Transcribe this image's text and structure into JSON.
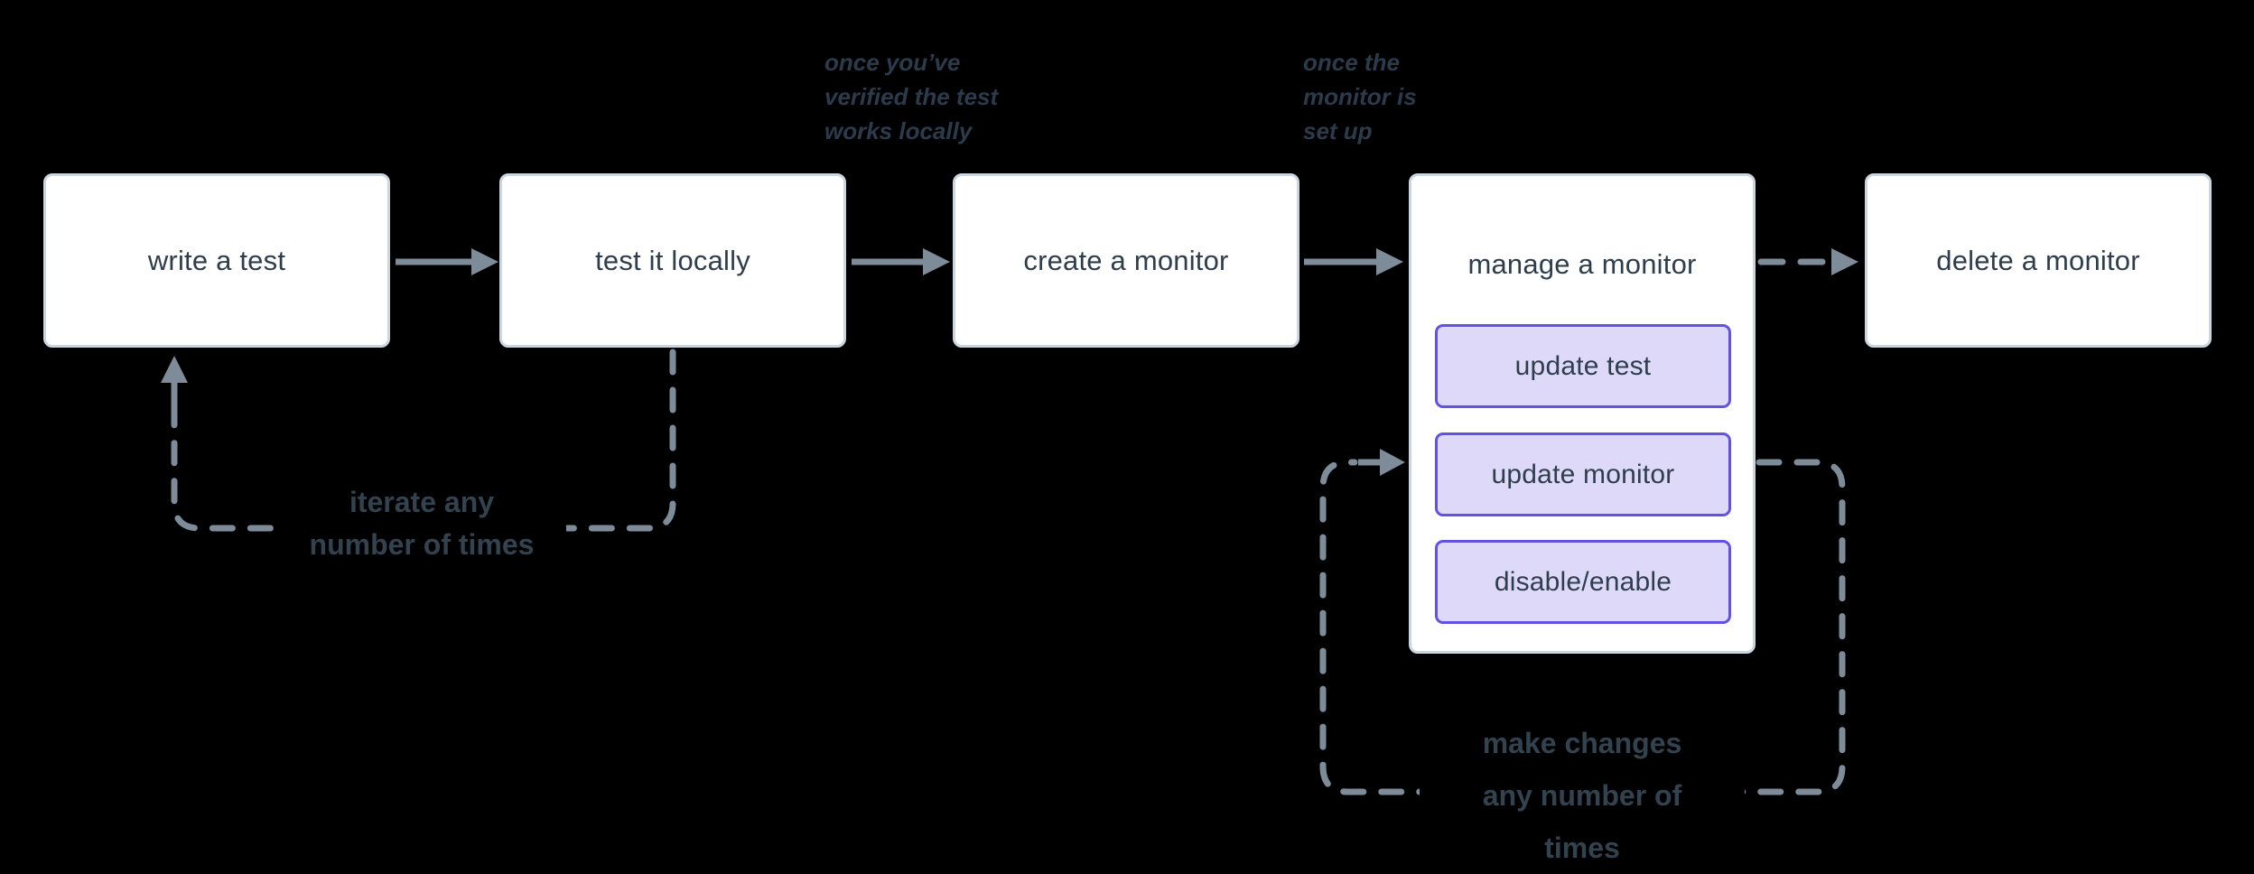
{
  "diagram": {
    "title": "synthetic monitor workflow",
    "colors": {
      "background": "#000000",
      "node_fill": "#FFFFFF",
      "node_border": "#CBD6DF",
      "node_text": "#2F3E4D",
      "subnode_fill": "#DED9F8",
      "subnode_border": "#6152E2",
      "arrow": "#7E8C9A",
      "annotation_text": "#2C3B4B",
      "loop_label_text": "#33424F"
    },
    "nodes": [
      {
        "id": "write-test",
        "label": "write a test"
      },
      {
        "id": "test-locally",
        "label": "test it locally"
      },
      {
        "id": "create-monitor",
        "label": "create a monitor"
      },
      {
        "id": "manage-monitor",
        "label": "manage a monitor",
        "children": [
          {
            "id": "update-test",
            "label": "update test"
          },
          {
            "id": "update-monitor",
            "label": "update monitor"
          },
          {
            "id": "disable-enable",
            "label": "disable/enable"
          }
        ]
      },
      {
        "id": "delete-monitor",
        "label": "delete a monitor"
      }
    ],
    "annotations": [
      {
        "id": "after-local-test",
        "text": "once you’ve\nverified the test\nworks locally"
      },
      {
        "id": "after-monitor-setup",
        "text": "once the\nmonitor is\nset up"
      }
    ],
    "loop_labels": [
      {
        "id": "iterate-loop",
        "text": "iterate any\nnumber of times"
      },
      {
        "id": "changes-loop",
        "text": "make changes\nany number of\ntimes"
      }
    ],
    "edges": [
      {
        "from": "write-test",
        "to": "test-locally",
        "style": "solid-arrow"
      },
      {
        "from": "test-locally",
        "to": "create-monitor",
        "style": "solid-arrow"
      },
      {
        "from": "create-monitor",
        "to": "manage-monitor",
        "style": "solid-arrow"
      },
      {
        "from": "manage-monitor",
        "to": "delete-monitor",
        "style": "dashed-arrow"
      },
      {
        "from": "test-locally",
        "to": "write-test",
        "style": "dashed-loop",
        "label": "iterate any number of times"
      },
      {
        "from": "manage-monitor",
        "to": "manage-monitor",
        "style": "dashed-loop",
        "label": "make changes any number of times"
      }
    ]
  }
}
